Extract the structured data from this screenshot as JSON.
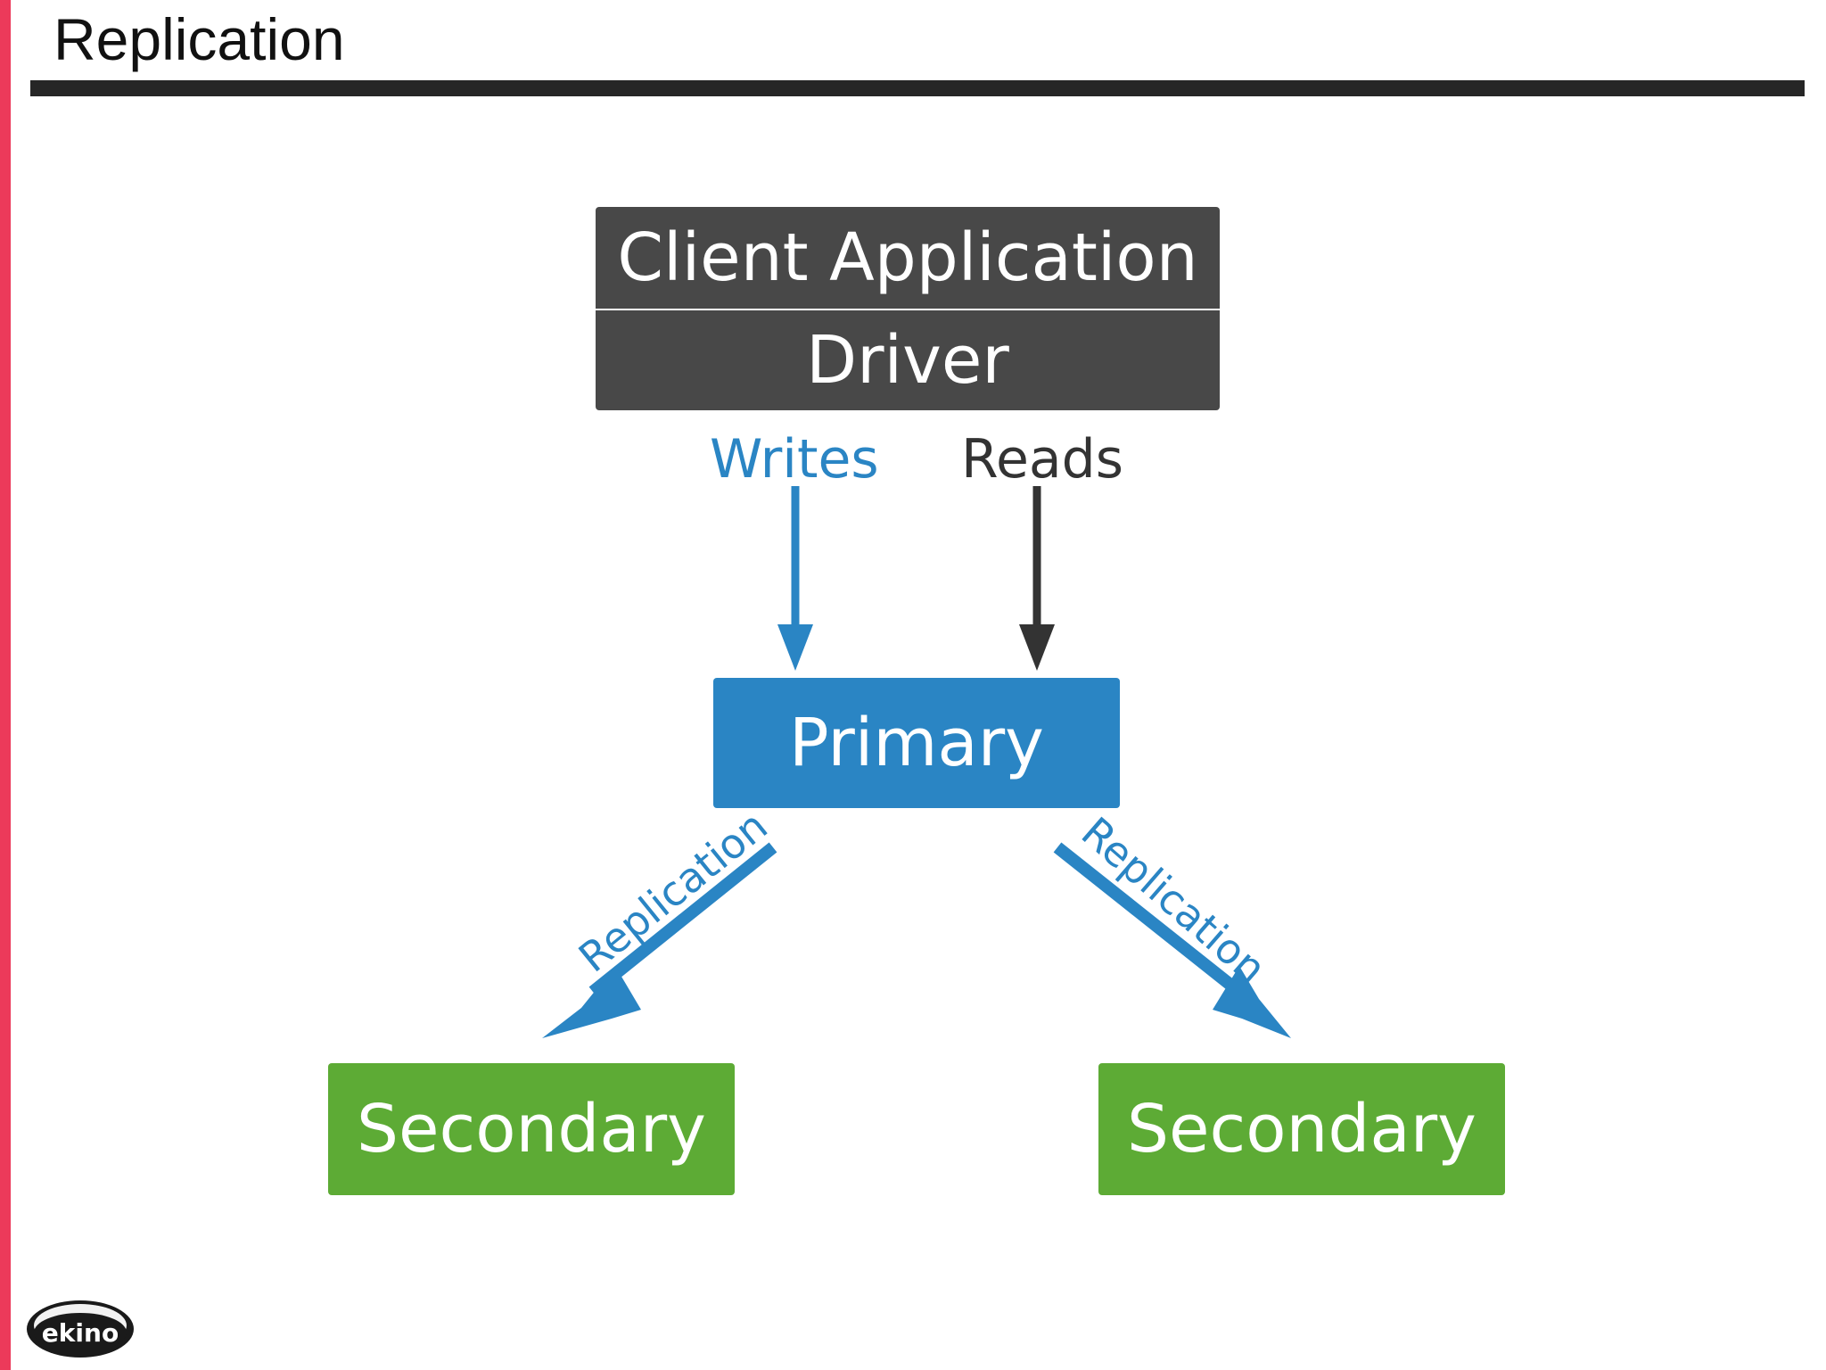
{
  "slide": {
    "title": "Replication",
    "logo_text": "ekino"
  },
  "diagram": {
    "client_application": "Client Application",
    "driver": "Driver",
    "writes": "Writes",
    "reads": "Reads",
    "primary": "Primary",
    "replication_left": "Replication",
    "replication_right": "Replication",
    "secondary_left": "Secondary",
    "secondary_right": "Secondary"
  },
  "colors": {
    "accent_bar": "#ec3a5a",
    "client_box": "#484848",
    "primary": "#2a85c4",
    "secondary": "#5dab35",
    "reads_arrow": "#333333"
  }
}
